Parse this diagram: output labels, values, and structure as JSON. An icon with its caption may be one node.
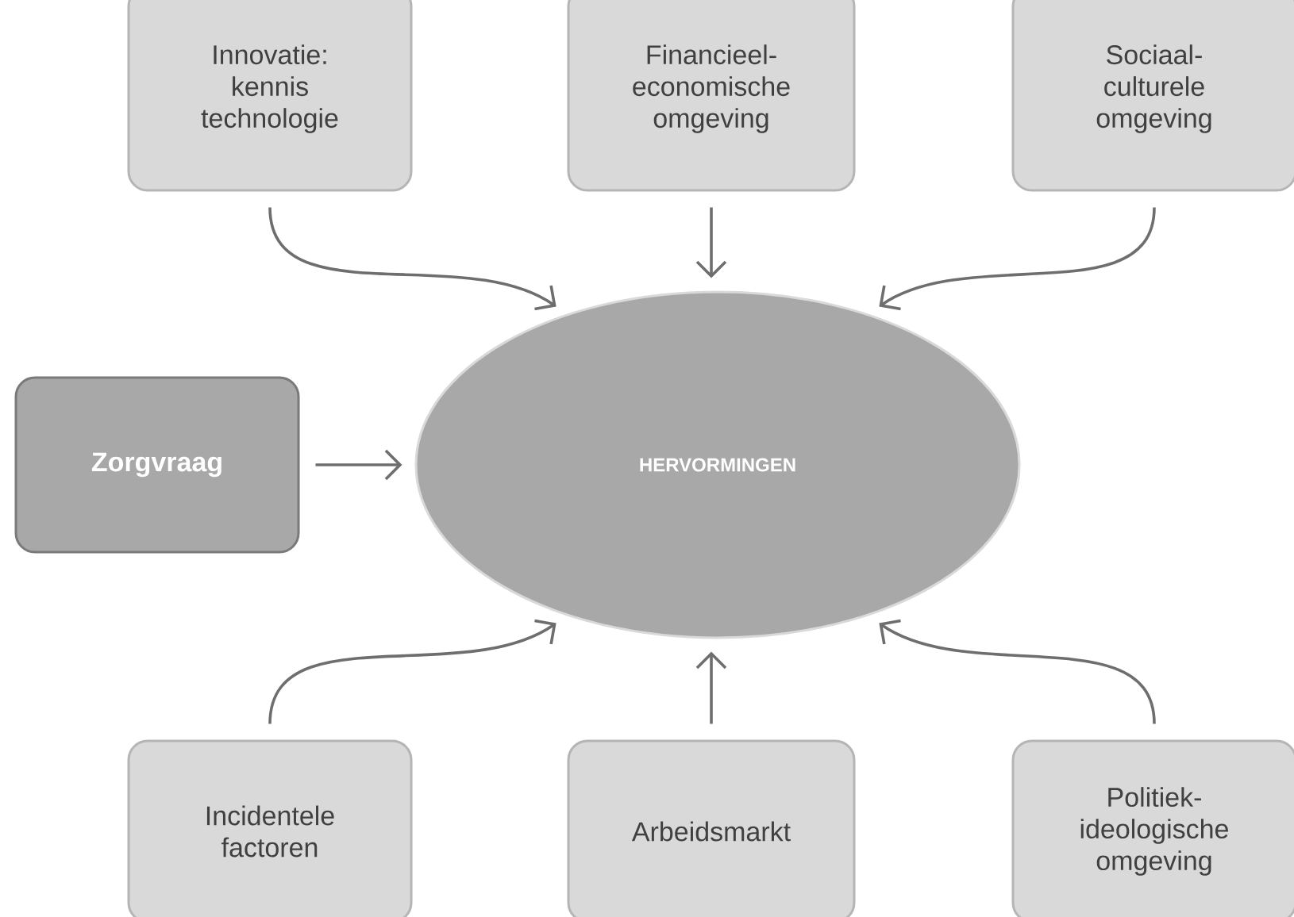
{
  "diagram": {
    "nodes": [
      {
        "text": [
          "Innovatie: kennis technologie"
        ]
      },
      {
        "text": [
          "Financieel-economische omgeving"
        ]
      },
      {
        "text": [
          "Sociaal-culturele omgeving"
        ]
      },
      {
        "text": [
          "Zorgvraag"
        ]
      },
      {
        "text": [
          "HERVORMINGEN"
        ]
      },
      {
        "text": [
          "Incidentele factoren"
        ]
      },
      {
        "text": [
          "Arbeidsmarkt"
        ]
      },
      {
        "text": [
          "Politiek-ideologische omgeving"
        ]
      }
    ],
    "edges": [
      {
        "from": 0,
        "to": 4,
        "arrow": "to"
      },
      {
        "from": 1,
        "to": 4,
        "arrow": "to"
      },
      {
        "from": 2,
        "to": 4,
        "arrow": "to"
      },
      {
        "from": 3,
        "to": 4,
        "arrow": "to"
      },
      {
        "from": 5,
        "to": 4,
        "arrow": "to"
      },
      {
        "from": 6,
        "to": 4,
        "arrow": "to"
      },
      {
        "from": 7,
        "to": 4,
        "arrow": "to"
      }
    ]
  }
}
